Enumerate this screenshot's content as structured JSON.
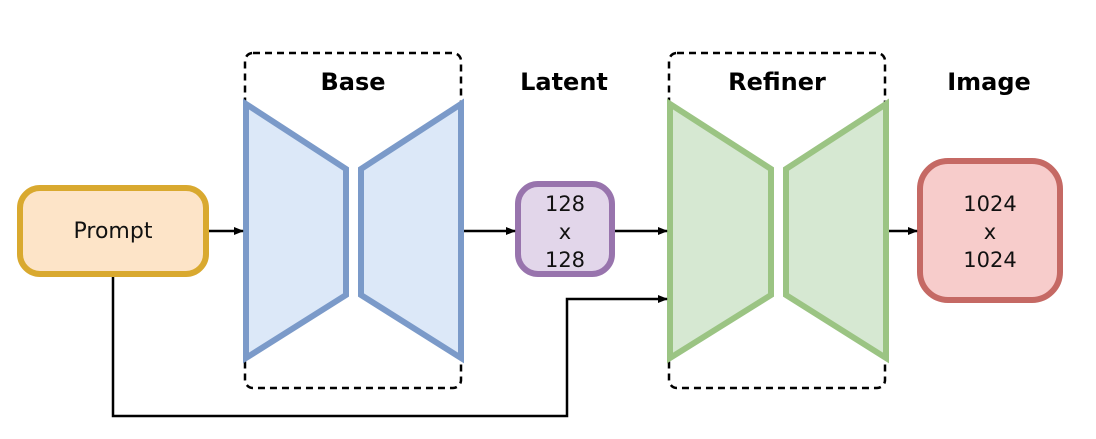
{
  "labels": {
    "base": "Base",
    "latent": "Latent",
    "refiner": "Refiner",
    "image": "Image"
  },
  "nodes": {
    "prompt": {
      "text": "Prompt"
    },
    "latent": {
      "line1": "128",
      "line2": "x",
      "line3": "128"
    },
    "image": {
      "line1": "1024",
      "line2": "x",
      "line3": "1024"
    }
  },
  "colors": {
    "prompt_border": "#d9a92f",
    "prompt_fill": "#fde4c8",
    "base_border": "#7b9ac9",
    "base_fill": "#dce8f8",
    "latent_border": "#9874ad",
    "latent_fill": "#e2d6ea",
    "refiner_border": "#9bc483",
    "refiner_fill": "#d6e8d2",
    "image_border": "#c56964",
    "image_fill": "#f7cccb",
    "arrow": "#000000"
  }
}
